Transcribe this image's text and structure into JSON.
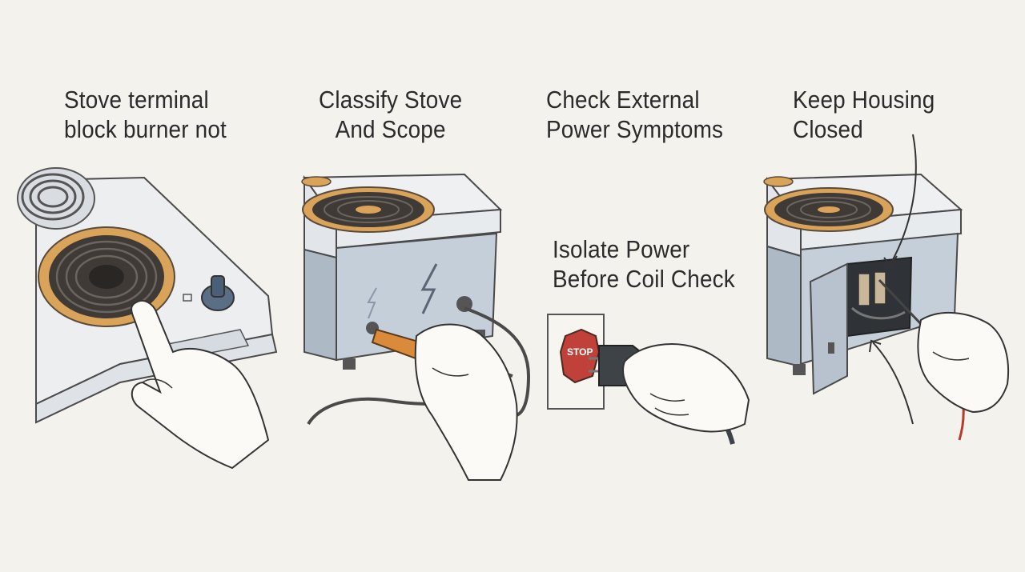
{
  "panels": [
    {
      "line1": "Stove terminal",
      "line2": "block burner not"
    },
    {
      "line1": "Classify Stove",
      "line2": "And Scope"
    },
    {
      "line1": "Check External",
      "line2": "Power Symptoms"
    },
    {
      "line1": "Keep Housing",
      "line2": "Closed"
    }
  ],
  "sub_caption": {
    "line1": "Isolate Power",
    "line2": "Before Coil Check"
  },
  "outlet_sign": "STOP",
  "icons": [
    "coil-burner-icon",
    "control-knob-icon",
    "voltage-tester-icon",
    "lightning-bolt-icon",
    "power-plug-icon",
    "wall-outlet-icon",
    "multimeter-probe-icon",
    "arrow-icon",
    "hand-icon"
  ],
  "colors": {
    "background": "#f4f2ec",
    "coil_ring": "#d9a35a",
    "coil": "#4a4a4a",
    "stove_body": "#c9d3de",
    "stove_top": "#eef0f2",
    "tester": "#d98a3a",
    "stop_sign": "#c0413a",
    "probe_wire": "#b83a2e"
  }
}
